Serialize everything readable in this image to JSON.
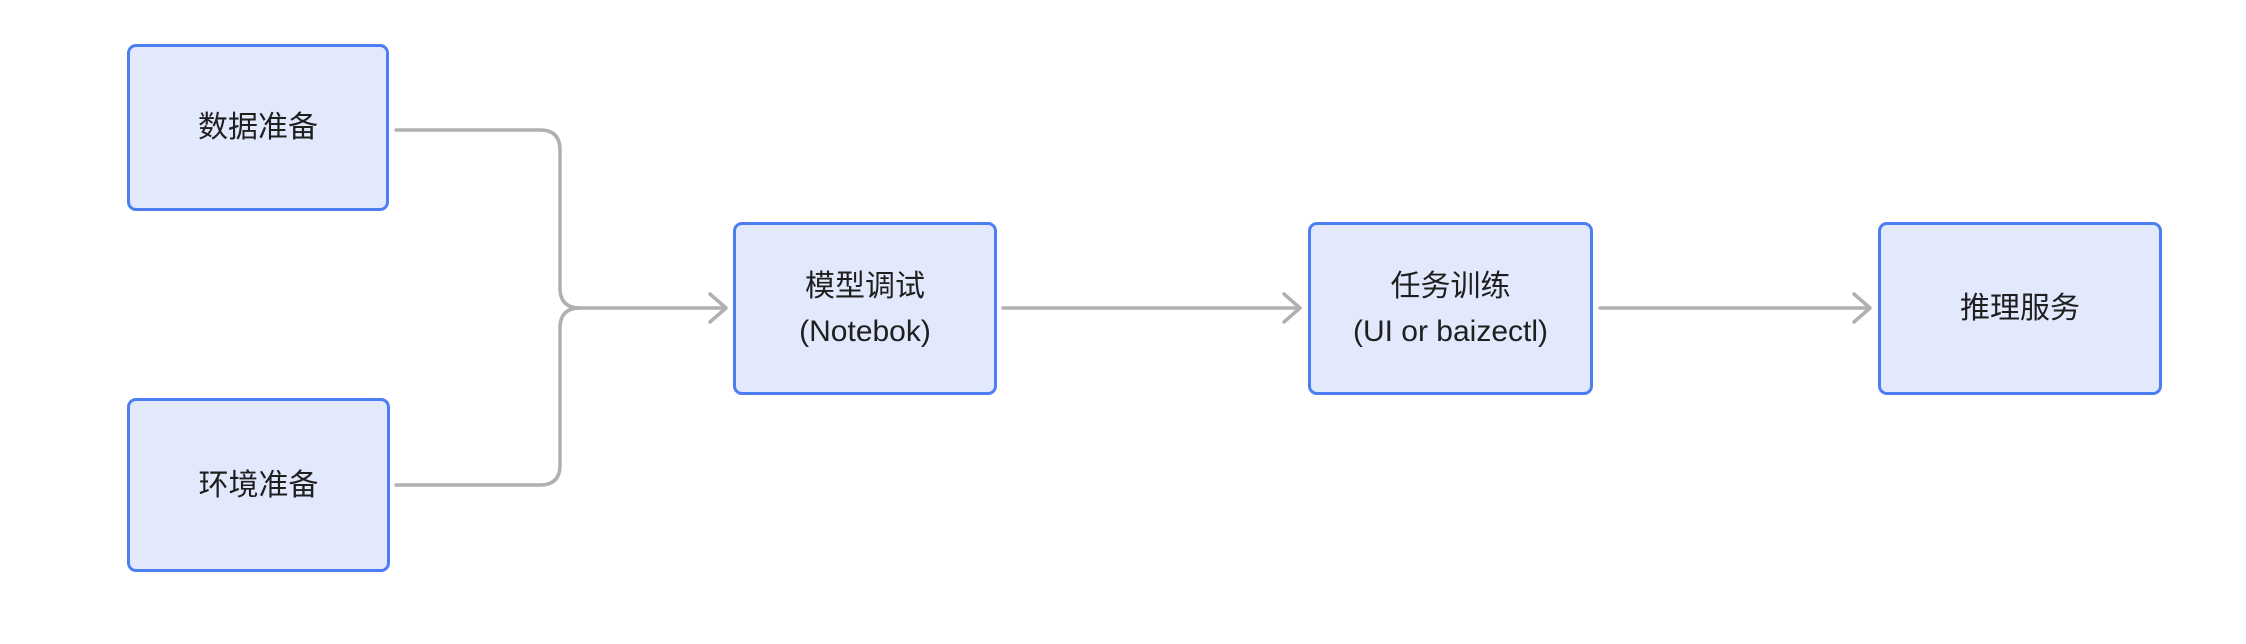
{
  "diagram": {
    "type": "flowchart",
    "background": "#ffffff",
    "colors": {
      "node_border": "#4d7df2",
      "node_fill": "#e2e9fc",
      "edge_line": "#b0b0b0",
      "text": "#1f1f1f"
    },
    "nodes": {
      "data_prep": {
        "label": "数据准备"
      },
      "env_prep": {
        "label": "环境准备"
      },
      "model_debug": {
        "label": "模型调试",
        "sublabel": "(Notebok)"
      },
      "task_training": {
        "label": "任务训练",
        "sublabel": "(UI or baizectl)"
      },
      "inference_service": {
        "label": "推理服务"
      }
    },
    "edges": [
      {
        "from": "data_prep",
        "to": "model_debug",
        "style": "merge-curve"
      },
      {
        "from": "env_prep",
        "to": "model_debug",
        "style": "merge-curve"
      },
      {
        "from": "model_debug",
        "to": "task_training",
        "style": "straight-arrow"
      },
      {
        "from": "task_training",
        "to": "inference_service",
        "style": "straight-arrow"
      }
    ]
  }
}
